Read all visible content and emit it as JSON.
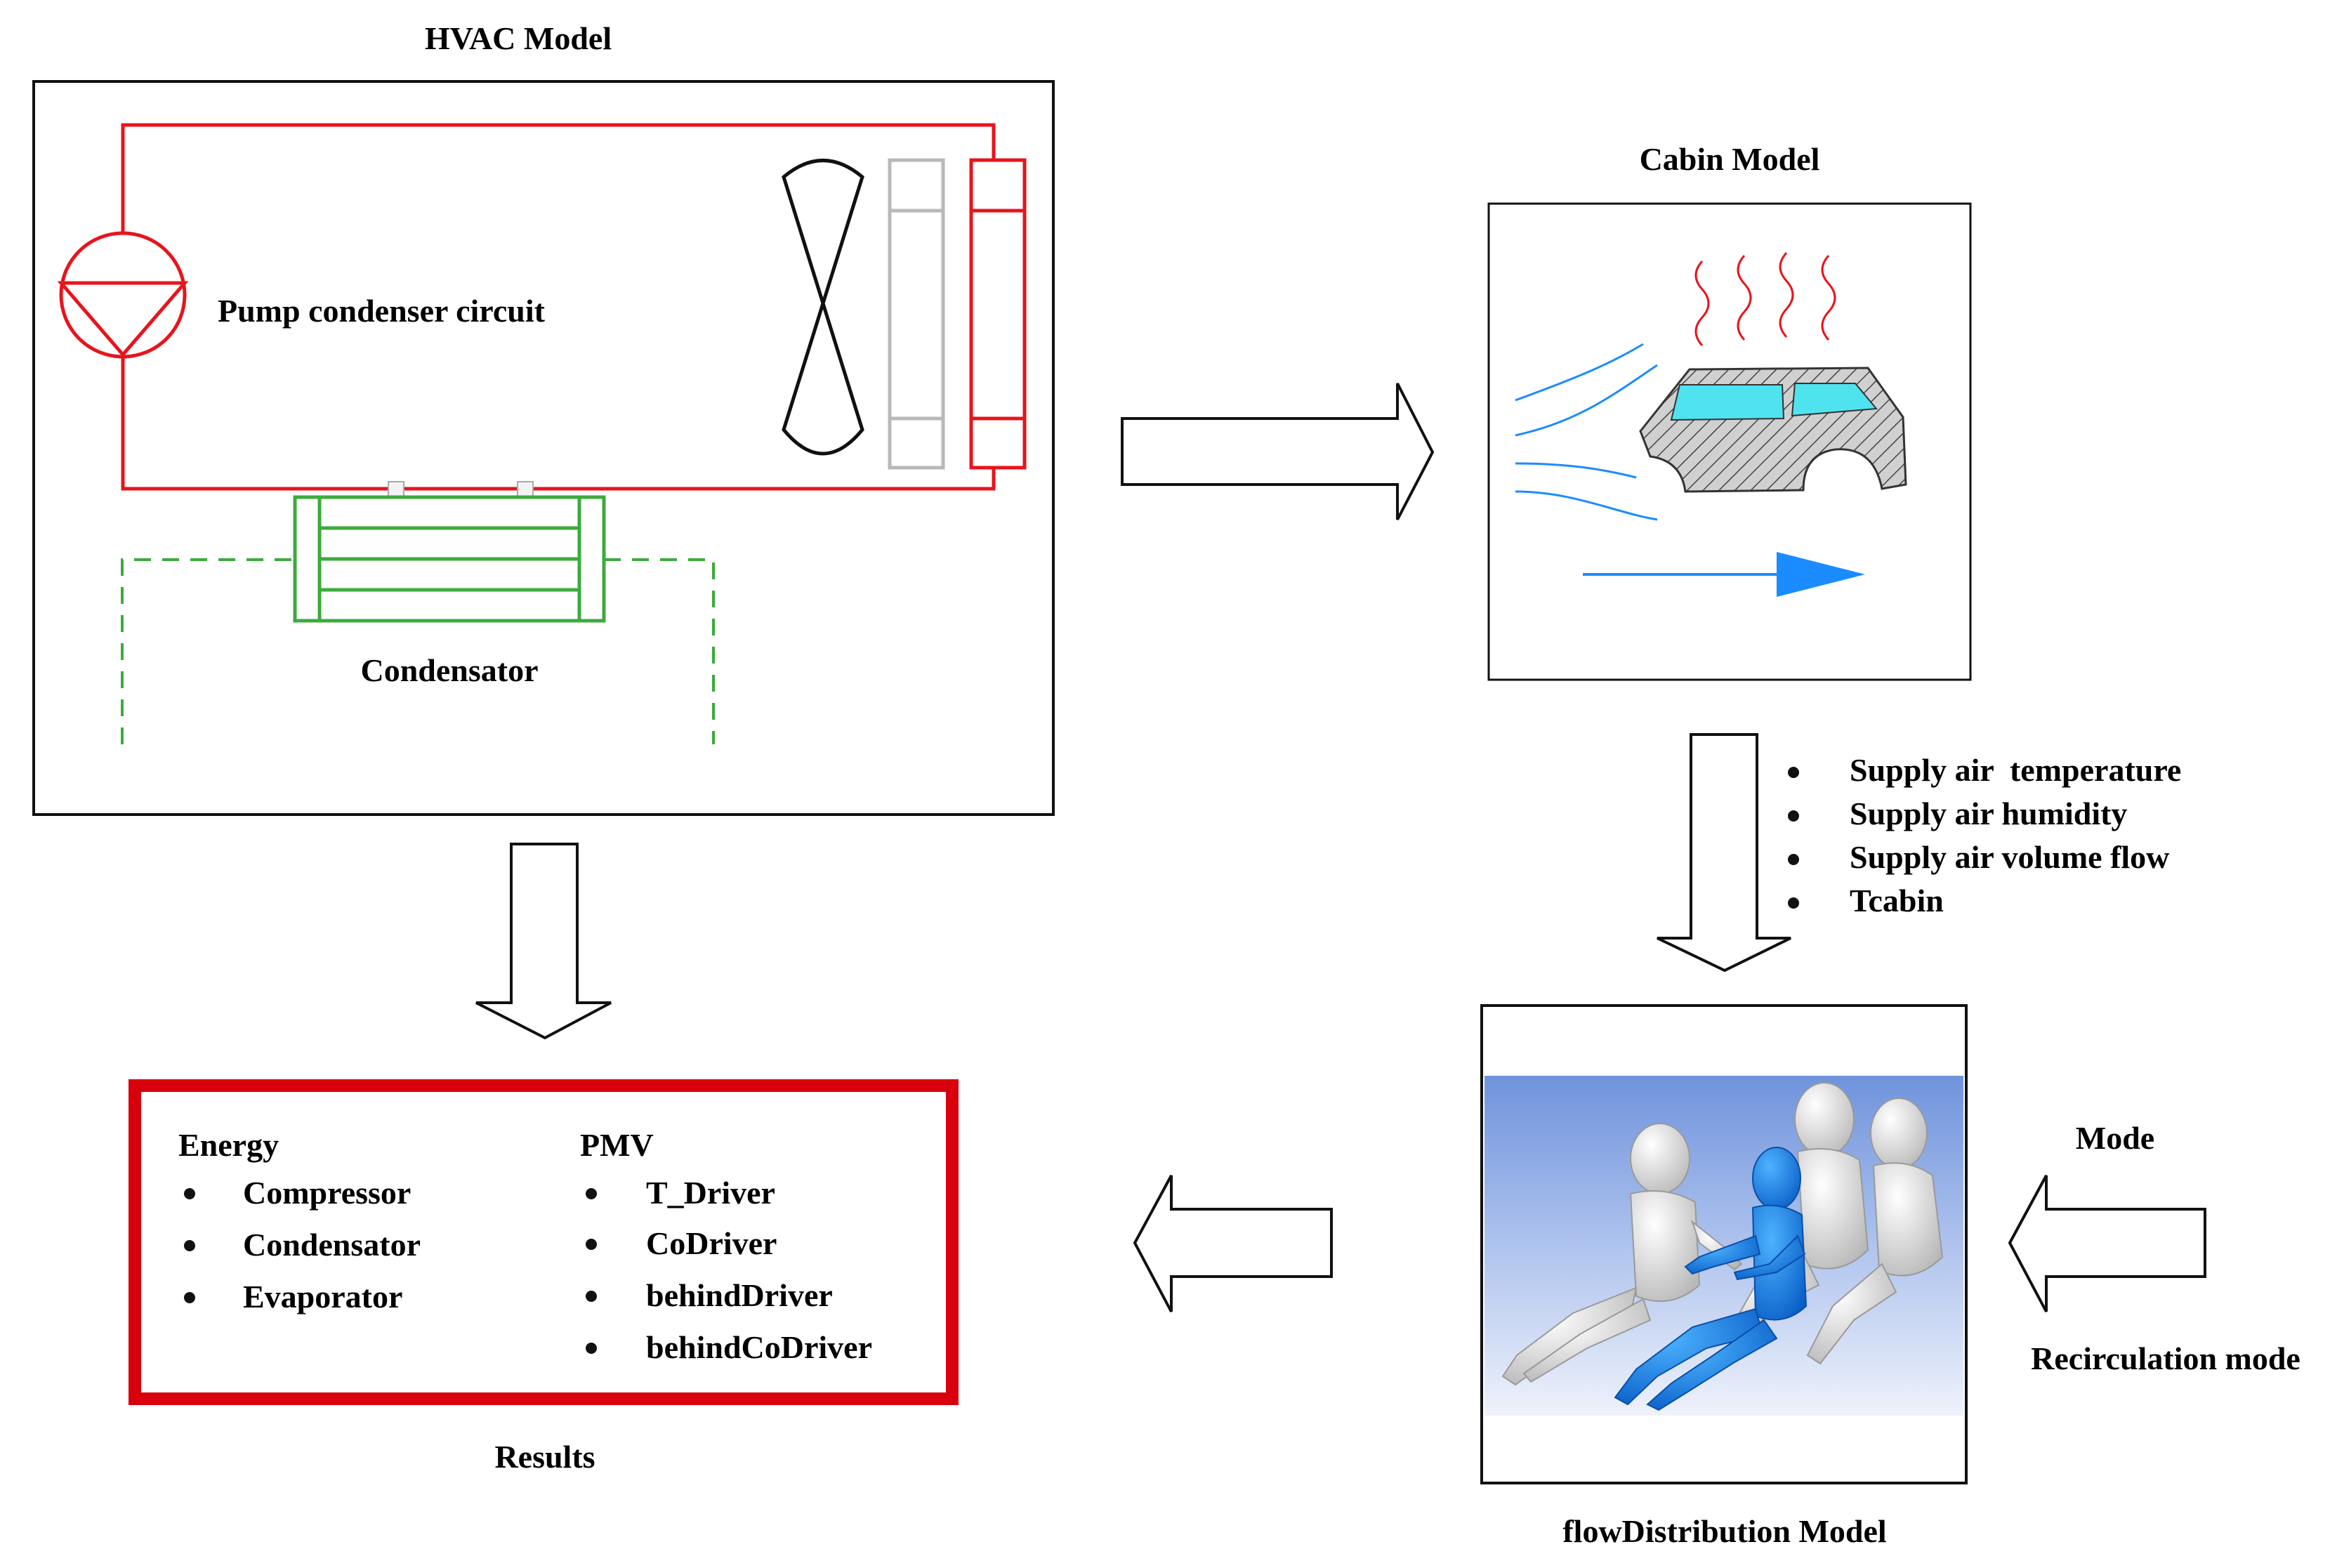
{
  "hvac": {
    "title": "HVAC Model",
    "pump_label": "Pump condenser circuit",
    "condensator_label": "Condensator"
  },
  "cabin": {
    "title": "Cabin Model"
  },
  "flow": {
    "title": "flowDistribution Model",
    "inputs": [
      "Supply air  temperature",
      "Supply air humidity",
      "Supply air volume flow",
      "Tcabin"
    ]
  },
  "mode": {
    "label": "Mode",
    "value": "Recirculation mode"
  },
  "results": {
    "title": "Results",
    "energy_heading": "Energy",
    "energy_items": [
      "Compressor",
      "Condensator",
      "Evaporator"
    ],
    "pmv_heading": "PMV",
    "pmv_items": [
      "T_Driver",
      "CoDriver",
      "behindDriver",
      "behindCoDriver"
    ]
  },
  "colors": {
    "circuit_red": "#e8141c",
    "condenser_green": "#3cab3c",
    "results_border": "#d8000c",
    "flow_blue": "#1a8cff",
    "window_cyan": "#4fe3f0",
    "manikin_blue": "#1679e0",
    "manikin_grey": "#d9d9d9"
  }
}
